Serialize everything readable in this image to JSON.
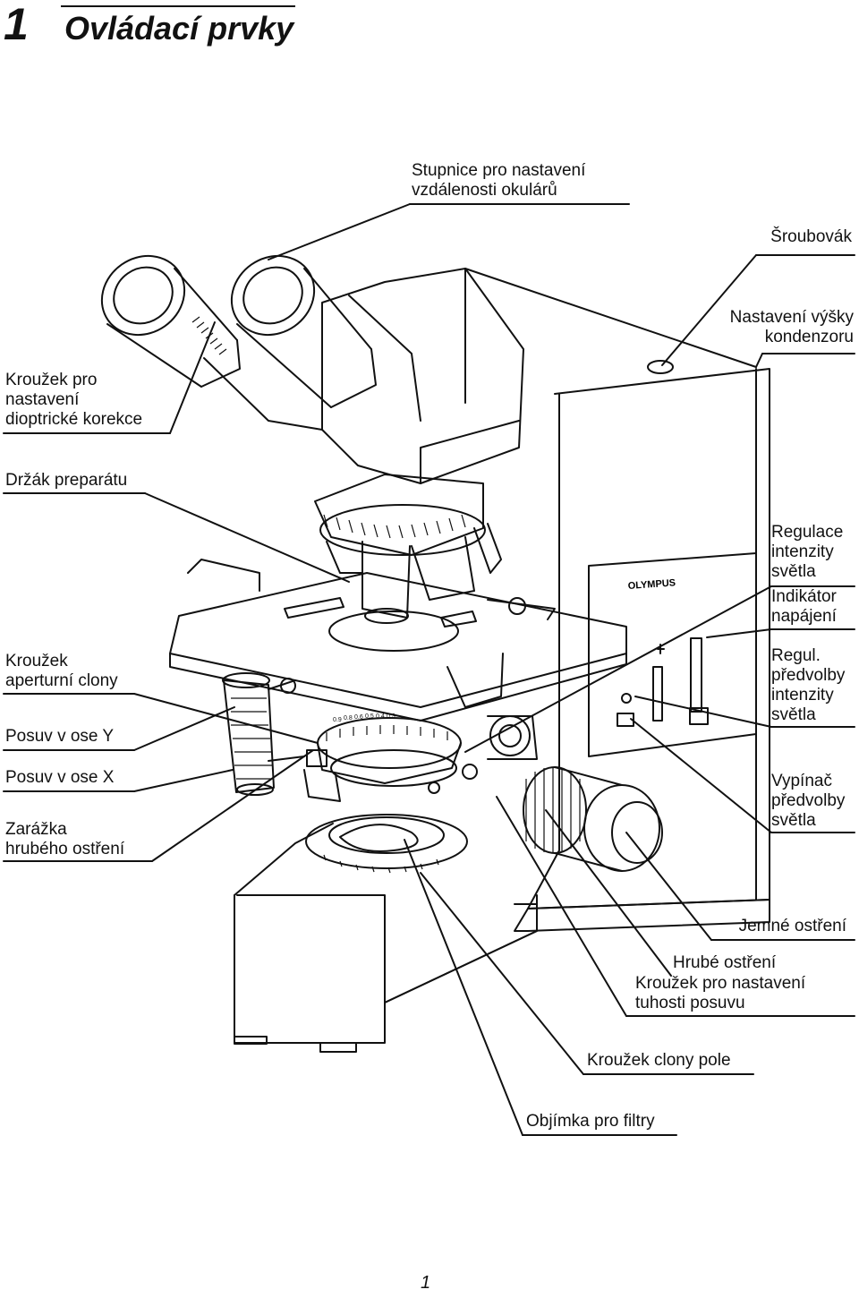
{
  "header": {
    "number": "1",
    "title": "Ovládací prvky"
  },
  "labels": {
    "stupnice": [
      "Stupnice pro nastavení",
      "vzdálenosti okulárů"
    ],
    "sroubovak": [
      "Šroubovák"
    ],
    "nastaveni_vysky": [
      "Nastavení výšky",
      "kondenzoru"
    ],
    "krouzek_dioptricke": [
      "Kroužek pro",
      "nastavení",
      "dioptrické korekce"
    ],
    "drzak": [
      "Držák preparátu"
    ],
    "krouzek_aperturni": [
      "Kroužek",
      "aperturní clony"
    ],
    "posuv_y": [
      "Posuv v ose Y"
    ],
    "posuv_x": [
      "Posuv v ose X"
    ],
    "zarazka": [
      "Zarážka",
      "hrubého ostření"
    ],
    "regulace": [
      "Regulace",
      "intenzity",
      "světla"
    ],
    "indikator": [
      "Indikátor",
      "napájení"
    ],
    "regul_predvolby": [
      "Regul.",
      "předvolby",
      "intenzity",
      "světla"
    ],
    "vypinac": [
      "Vypínač",
      "předvolby",
      "světla"
    ],
    "jemne": [
      "Jemné ostření"
    ],
    "hrube": [
      "Hrubé ostření"
    ],
    "krouzek_tuhosti": [
      "Kroužek pro nastavení",
      "tuhosti posuvu"
    ],
    "krouzek_clony_pole": [
      "Kroužek clony pole"
    ],
    "objimka": [
      "Objímka pro filtry"
    ]
  },
  "diagram": {
    "brand": "OLYMPUS",
    "condenser_scale": [
      "0.9",
      "0.8",
      "0.6",
      "0.5",
      "0.4",
      "0.3"
    ]
  },
  "page_number": "1"
}
